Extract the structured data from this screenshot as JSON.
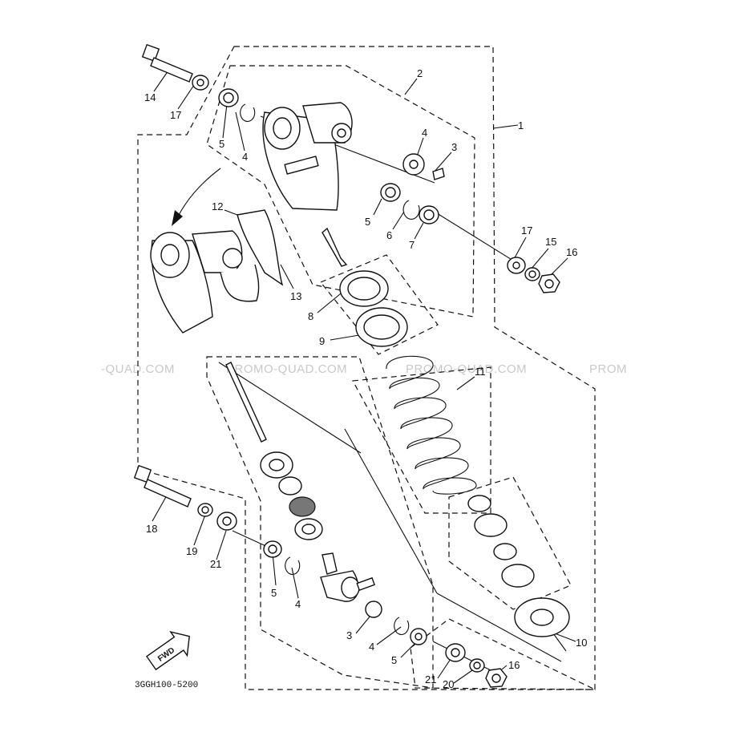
{
  "diagram": {
    "watermarks": [
      "-QUAD.COM",
      "PROMO-QUAD.COM",
      "PROMO-QUAD.COM",
      "PROM"
    ],
    "drawing_code": "3GGH100-5200",
    "fwd_arrow_label": "FWD",
    "callouts": [
      {
        "id": "c1",
        "text": "1"
      },
      {
        "id": "c2",
        "text": "2"
      },
      {
        "id": "c3a",
        "text": "3"
      },
      {
        "id": "c4a",
        "text": "4"
      },
      {
        "id": "c4b",
        "text": "4"
      },
      {
        "id": "c5a",
        "text": "5"
      },
      {
        "id": "c5b",
        "text": "5"
      },
      {
        "id": "c6",
        "text": "6"
      },
      {
        "id": "c7",
        "text": "7"
      },
      {
        "id": "c8",
        "text": "8"
      },
      {
        "id": "c9",
        "text": "9"
      },
      {
        "id": "c10",
        "text": "10"
      },
      {
        "id": "c11",
        "text": "11"
      },
      {
        "id": "c12",
        "text": "12"
      },
      {
        "id": "c13",
        "text": "13"
      },
      {
        "id": "c14",
        "text": "14"
      },
      {
        "id": "c15",
        "text": "15"
      },
      {
        "id": "c16a",
        "text": "16"
      },
      {
        "id": "c17a",
        "text": "17"
      },
      {
        "id": "c17b",
        "text": "17"
      },
      {
        "id": "c18",
        "text": "18"
      },
      {
        "id": "c19",
        "text": "19"
      },
      {
        "id": "c21a",
        "text": "21"
      },
      {
        "id": "c5c",
        "text": "5"
      },
      {
        "id": "c4c",
        "text": "4"
      },
      {
        "id": "c3b",
        "text": "3"
      },
      {
        "id": "c4d",
        "text": "4"
      },
      {
        "id": "c5d",
        "text": "5"
      },
      {
        "id": "c21b",
        "text": "21"
      },
      {
        "id": "c20",
        "text": "20"
      },
      {
        "id": "c16b",
        "text": "16"
      }
    ]
  }
}
